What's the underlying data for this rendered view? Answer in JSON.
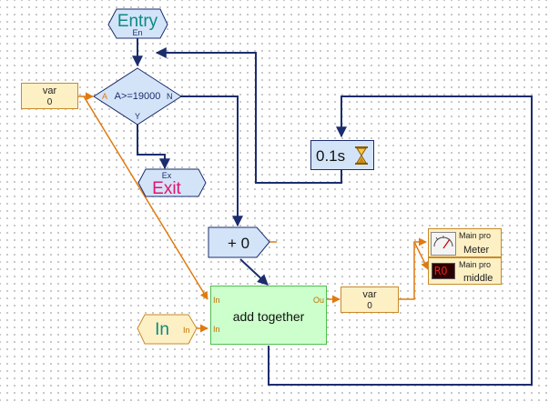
{
  "entry": {
    "title": "Entry",
    "port": "En"
  },
  "exit": {
    "title": "Exit",
    "port": "Ex"
  },
  "branch": {
    "condition": "A>=19000",
    "port_in": "A",
    "yes": "Y",
    "no": "N"
  },
  "var_input": {
    "label": "var",
    "value": "0"
  },
  "var_output": {
    "label": "var",
    "value": "0"
  },
  "adder": {
    "label": "+ 0"
  },
  "timer": {
    "label": "0.1s"
  },
  "add_block": {
    "title": "add together",
    "port_in1": "In",
    "port_in2": "In",
    "port_out": "Ou"
  },
  "in_node": {
    "title": "In",
    "port": "In"
  },
  "meter": {
    "name": "Main pro",
    "caption": "Meter"
  },
  "display": {
    "name": "Main pro",
    "caption": "middle",
    "screen_text": "RO"
  },
  "icons": [
    "hourglass-icon",
    "meter-gauge-icon",
    "led-display-icon"
  ],
  "colors": {
    "flow": "#1c2d6e",
    "data": "#e07a10",
    "entry_text": "#0b8a84",
    "exit_text": "#e0146e"
  }
}
